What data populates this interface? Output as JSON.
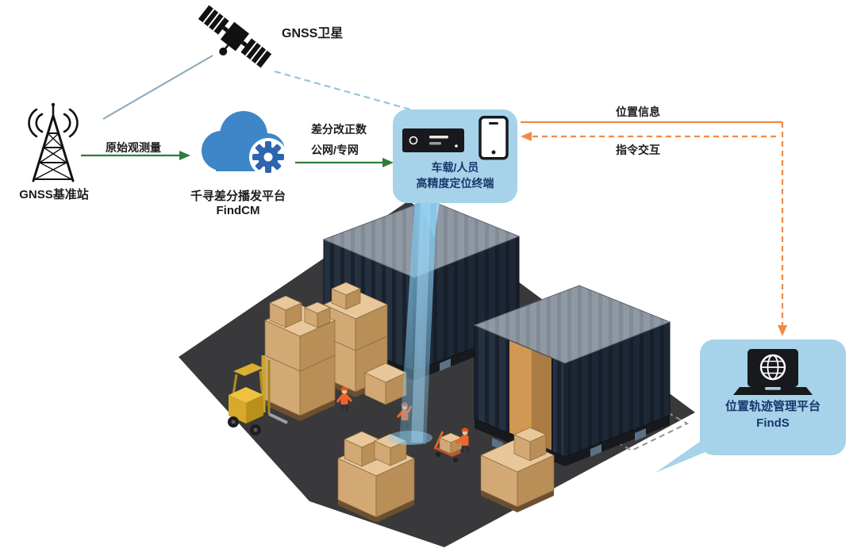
{
  "diagram": {
    "satellite_label": "GNSS卫星",
    "base_station_label": "GNSS基准站",
    "edge_raw_observation": "原始观测量",
    "cloud_title": "千寻差分播发平台",
    "cloud_subtitle": "FindCM",
    "edge_correction_line1": "差分改正数",
    "edge_correction_line2": "公网/专网",
    "terminal_line1": "车载/人员",
    "terminal_line2": "高精度定位终端",
    "edge_location_info": "位置信息",
    "edge_command_interaction": "指令交互",
    "platform_title": "位置轨迹管理平台",
    "platform_subtitle": "FindS"
  },
  "icons": {
    "satellite": "gnss-satellite-icon",
    "base_station": "lattice-antenna-tower-icon",
    "cloud": "cloud-with-gear-icon",
    "terminal": "receiver-and-smartphone-icon",
    "platform": "laptop-globe-icon"
  },
  "colors": {
    "arrow_green": "#2f7d3a",
    "arrow_orange": "#ef8b47",
    "link_blue": "#8aa9b8",
    "dashed_blue": "#8fc0d8",
    "cloud_blue": "#3e86c8",
    "gear_blue": "#2d66ad",
    "panel_bg": "#a6d3e9",
    "panel_text": "#17386b",
    "beam_blue": "#7fc4ea"
  }
}
